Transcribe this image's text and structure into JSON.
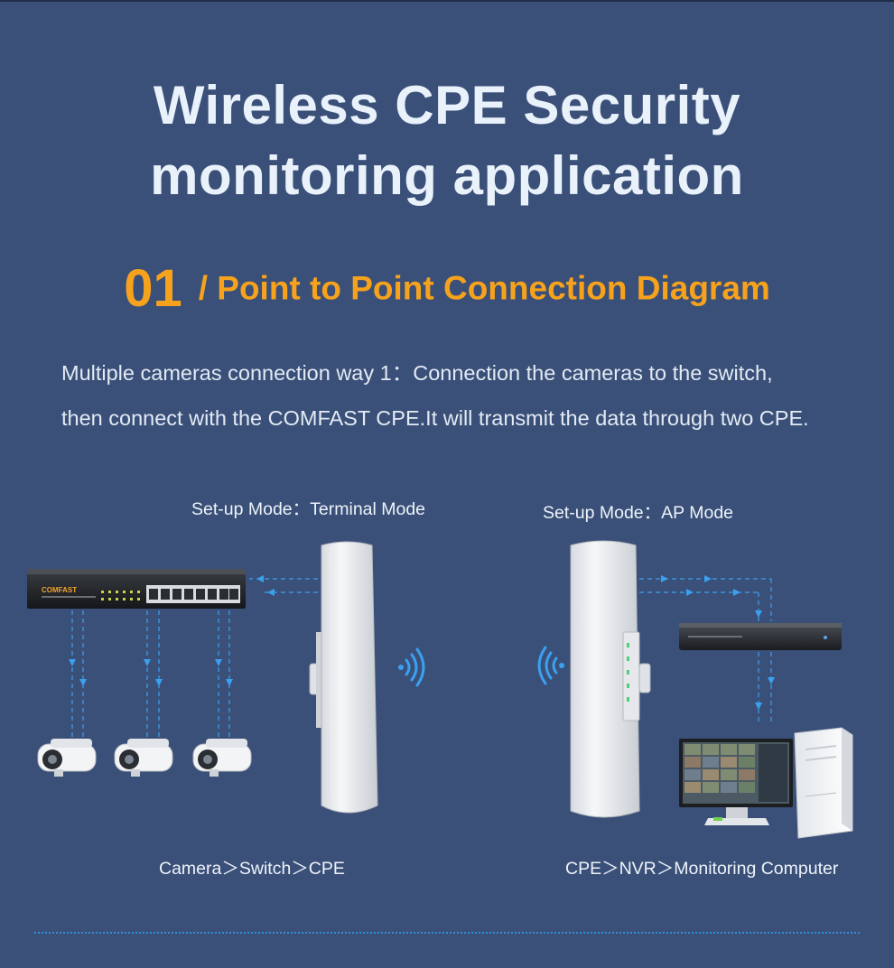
{
  "title": {
    "line1": "Wireless CPE Security",
    "line2": "monitoring application"
  },
  "section": {
    "number": "01",
    "heading": "/ Point to Point Connection Diagram"
  },
  "description": {
    "line1": "Multiple cameras connection way 1：Connection the cameras to the switch,",
    "line2": "then connect with the COMFAST CPE.It will transmit the data through two CPE."
  },
  "left_side": {
    "mode_label": "Set-up Mode：Terminal Mode",
    "flow_caption": "Camera＞Switch＞CPE",
    "switch_brand": "COMFAST"
  },
  "right_side": {
    "mode_label": "Set-up Mode：AP Mode",
    "flow_caption": "CPE＞NVR＞Monitoring Computer"
  },
  "colors": {
    "background": "#3a5078",
    "title": "#e9f1fb",
    "accent": "#f6a21d",
    "connector": "#3aa0f0"
  }
}
